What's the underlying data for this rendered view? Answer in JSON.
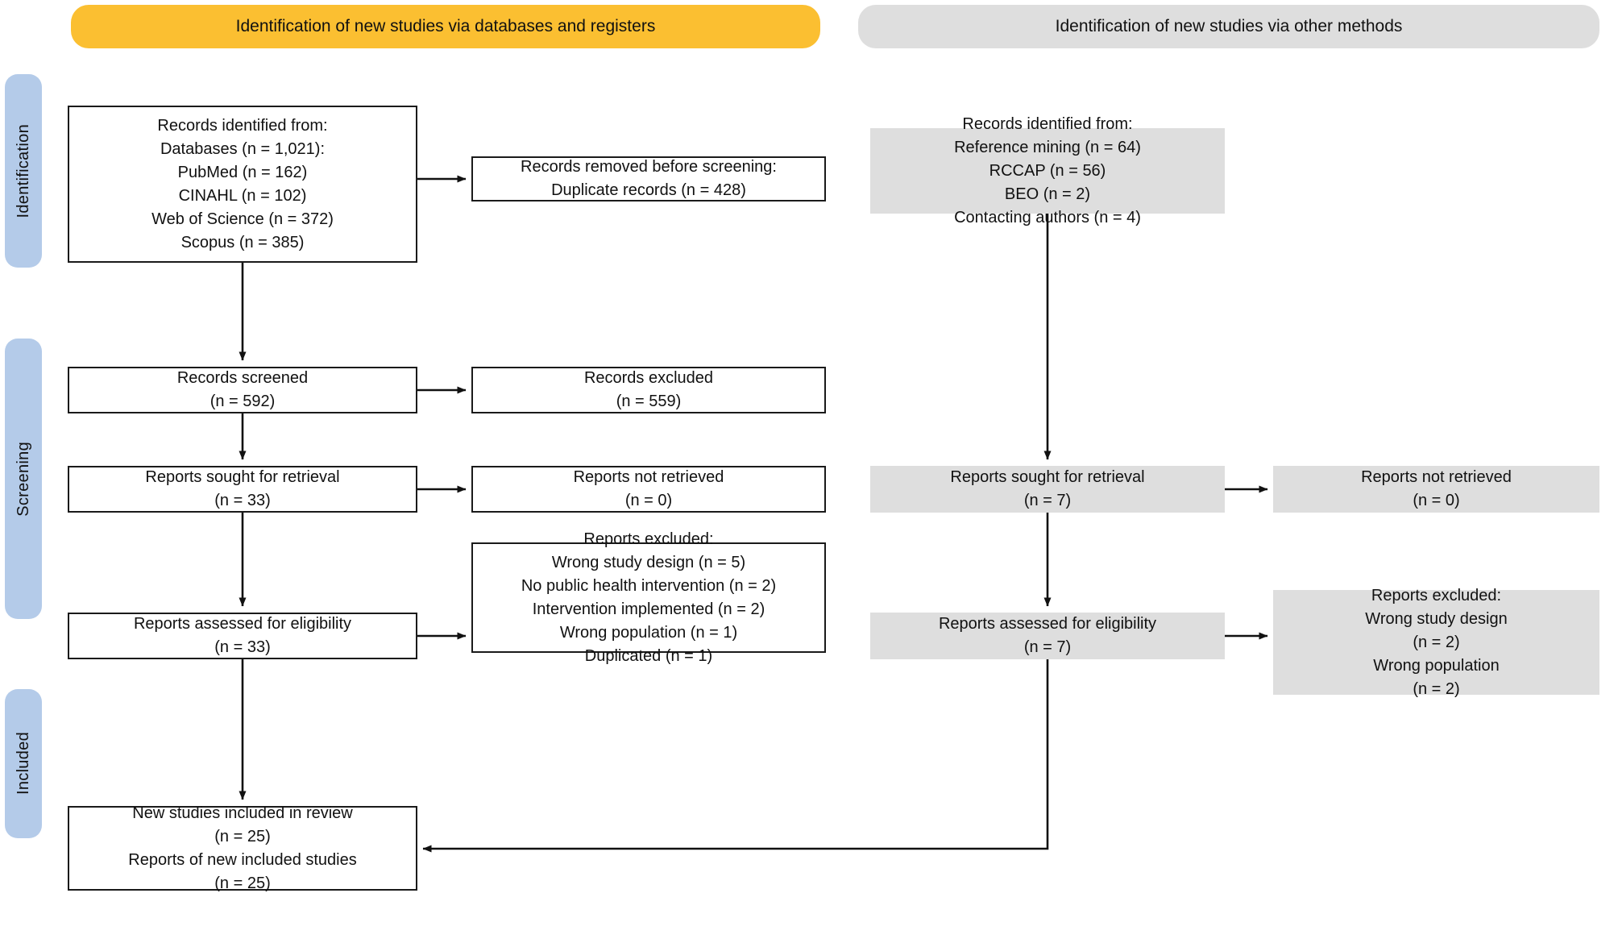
{
  "headers": {
    "databases": "Identification of new studies via databases and registers",
    "other": "Identification of new studies via other methods"
  },
  "stages": {
    "identification": "Identification",
    "screening": "Screening",
    "included": "Included"
  },
  "colors": {
    "banner_databases": "#FBBF31",
    "banner_other": "#DEDEDE",
    "stage_label": "#B4CBE9",
    "grey_box": "#DEDEDE",
    "box_border": "#1a1a1a",
    "text": "#111111"
  },
  "left_column": {
    "records_identified": [
      "Records identified from:",
      "Databases (n = 1,021):",
      "PubMed (n = 162)",
      "CINAHL (n = 102)",
      "Web of Science (n = 372)",
      "Scopus (n = 385)"
    ],
    "records_removed": [
      "Records removed before screening:",
      "Duplicate records (n = 428)"
    ],
    "records_screened": [
      "Records screened",
      "(n = 592)"
    ],
    "records_excluded": [
      "Records excluded",
      "(n = 559)"
    ],
    "reports_sought": [
      "Reports sought for retrieval",
      "(n = 33)"
    ],
    "reports_not_retrieved": [
      "Reports not retrieved",
      "(n = 0)"
    ],
    "reports_assessed": [
      "Reports assessed for eligibility",
      "(n = 33)"
    ],
    "reports_excluded": [
      "Reports excluded:",
      "Wrong study design (n = 5)",
      "No public health intervention (n = 2)",
      "Intervention implemented (n = 2)",
      "Wrong population (n = 1)",
      "Duplicated (n = 1)"
    ],
    "new_studies_included": [
      "New studies included in review",
      "(n = 25)",
      "Reports of new included studies",
      "(n = 25)"
    ]
  },
  "right_column": {
    "records_identified": [
      "Records identified from:",
      "Reference mining (n = 64)",
      "RCCAP (n = 56)",
      "BEO (n = 2)",
      "Contacting authors (n = 4)"
    ],
    "reports_sought": [
      "Reports sought for retrieval",
      "(n = 7)"
    ],
    "reports_not_retrieved": [
      "Reports not retrieved",
      "(n = 0)"
    ],
    "reports_assessed": [
      "Reports assessed for eligibility",
      "(n = 7)"
    ],
    "reports_excluded": [
      "Reports excluded:",
      "Wrong study design",
      "(n = 2)",
      "Wrong population",
      "(n = 2)"
    ]
  }
}
